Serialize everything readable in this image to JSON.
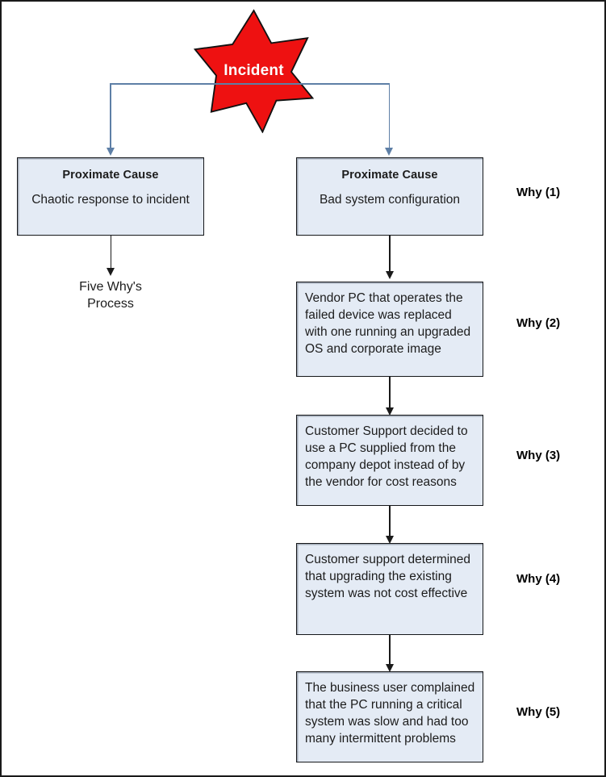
{
  "diagram": {
    "title": "Five Why's Process",
    "colors": {
      "star_fill": "#ee1111",
      "star_text": "#ffffff",
      "box_fill": "#e4ebf5",
      "box_border": "#15171a",
      "blue_connector": "#5e7fa6",
      "black_connector": "#1a1a1a",
      "page_border": "#1a1a1a",
      "background": "#ffffff"
    },
    "root": {
      "label": "Incident",
      "shape": "7-point-star"
    },
    "proximate_causes": [
      {
        "id": "left",
        "header": "Proximate Cause",
        "body": "Chaotic response to incident"
      },
      {
        "id": "right",
        "header": "Proximate Cause",
        "body": "Bad system configuration"
      }
    ],
    "left_branch_note": "Five Why's\nProcess",
    "why_labels": [
      "Why (1)",
      "Why (2)",
      "Why (3)",
      "Why (4)",
      "Why (5)"
    ],
    "why_boxes": [
      {
        "level": 2,
        "text": "Vendor PC that operates the failed device was replaced with one running an upgraded OS and corporate image"
      },
      {
        "level": 3,
        "text": "Customer Support decided to use a PC supplied from the company depot instead of by the vendor for cost reasons"
      },
      {
        "level": 4,
        "text": "Customer support determined that upgrading the existing system was not cost effective"
      },
      {
        "level": 5,
        "text": "The business user complained that the PC running a critical system was slow and had too many intermittent problems"
      }
    ]
  }
}
